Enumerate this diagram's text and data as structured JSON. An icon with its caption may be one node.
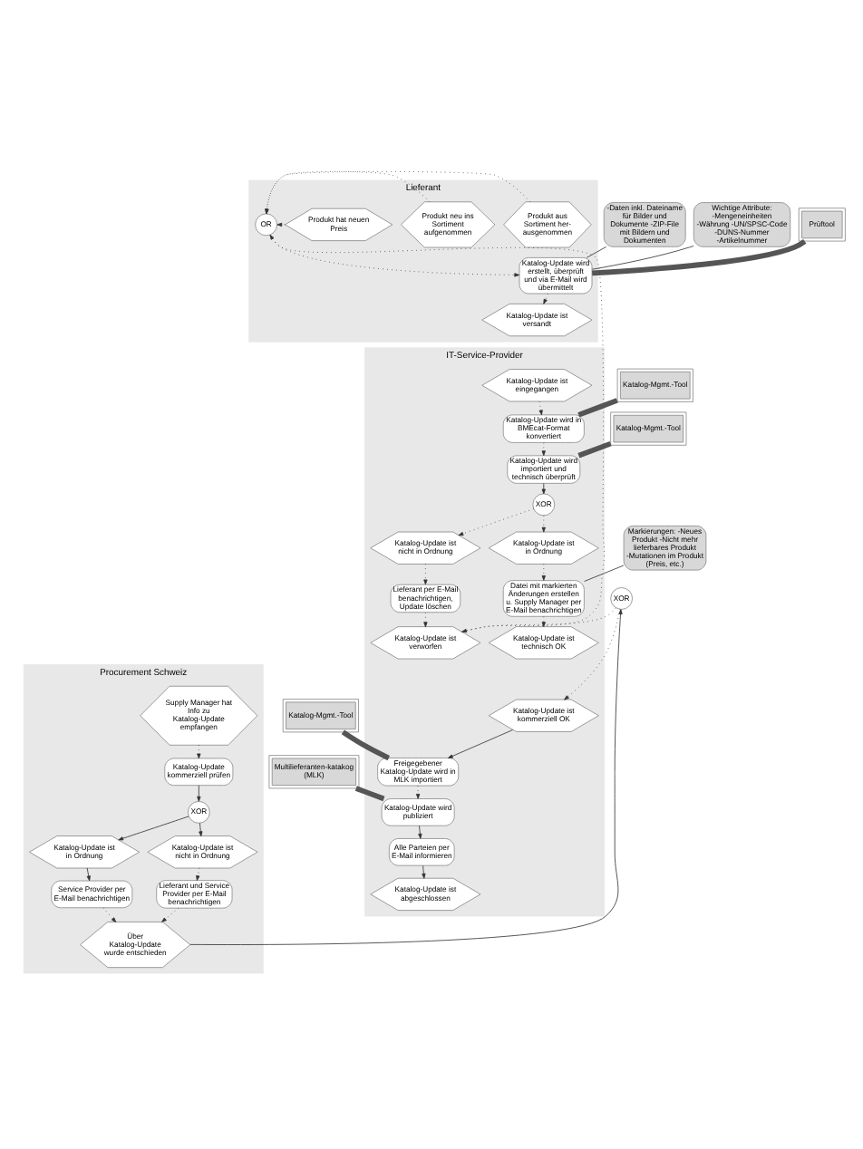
{
  "diagram": {
    "nodes": [
      {
        "text": [
          "Lieferant"
        ]
      },
      {
        "text": [
          "Produkt hat neuen Preis"
        ],
        "in": 0
      },
      {
        "text": [
          "Produkt aus Sortiment her- ausgenommen"
        ],
        "in": 0
      },
      {
        "text": [
          "Produkt neu ins Sortiment aufgenommen"
        ],
        "in": 0
      },
      {
        "text": [
          "OR"
        ],
        "in": 0
      },
      {
        "text": [
          "Wichtige Attribute: -Mengeneinheiten -Währung -UN/SPSC-Code -DUNS-Nummer -Artikelnummer"
        ]
      },
      {
        "text": [
          "Katalog-Update wird erstellt, überprüft und via E-Mail wird übermittelt"
        ],
        "in": 0
      },
      {
        "text": [
          "Prüftool"
        ]
      },
      {
        "text": [
          "-Daten inkl. Dateiname für Bilder und Dokumente -ZIP-File mit Bildern und Dokumenten"
        ]
      },
      {
        "text": [
          "Katalog-Update ist versandt"
        ],
        "in": 0
      },
      {
        "text": [
          "IT-Service-Provider"
        ]
      },
      {
        "text": [
          "Katalog-Update ist eingegangen"
        ],
        "in": 10
      },
      {
        "text": [
          "Katalog-Mgmt.-Tool"
        ]
      },
      {
        "text": [
          "Katalog-Update wird in BMEcat-Format konvertiert"
        ],
        "in": 10
      },
      {
        "text": [
          "Katalog-Mgmt.-Tool"
        ]
      },
      {
        "text": [
          "Katalog-Update wird importiert und technisch überprüft"
        ],
        "in": 10
      },
      {
        "text": [
          "Katalog-Update ist in Ordnung"
        ],
        "in": 10
      },
      {
        "text": [
          "XOR"
        ],
        "in": 10
      },
      {
        "text": [
          "Katalog-Update ist nicht in Ordnung"
        ],
        "in": 10
      },
      {
        "text": [
          "Markierungen: -Neues Produkt -Nicht mehr lieferbares Produkt -Mutationen im Produkt (Preis, etc.)"
        ]
      },
      {
        "text": [
          "Datei mit markierten Änderungen erstellen u. Supply Manager per E-Mail benachrichtigen"
        ],
        "in": 10
      },
      {
        "text": [
          "Lieferant per E-Mail benachrichtigen, Update löschen"
        ],
        "in": 10
      },
      {
        "text": [
          "Katalog-Update ist technisch OK"
        ],
        "in": 10
      },
      {
        "text": [
          "Katalog-Update ist verworfen"
        ],
        "in": 10
      },
      {
        "text": [
          "Katalog-Update ist kommerziell OK"
        ],
        "in": 10
      },
      {
        "text": [
          "XOR"
        ]
      },
      {
        "text": [
          "Procurement Schweiz"
        ]
      },
      {
        "text": [
          "Supply Manager hat Info zu Katalog-Update empfangen"
        ],
        "in": 26
      },
      {
        "text": [
          "Katalog-Mgmt.-Tool"
        ]
      },
      {
        "text": [
          "Freigegebener Katalog-Update wird in MLK importiert"
        ],
        "in": 10
      },
      {
        "text": [
          "Katalog-Update kommerziell prüfen"
        ],
        "in": 26
      },
      {
        "text": [
          "Multilieferanten-katakog (MLK)"
        ]
      },
      {
        "text": [
          "Katalog-Update wird publiziert"
        ],
        "in": 10
      },
      {
        "text": [
          "Katalog-Update ist in Ordnung"
        ],
        "in": 26
      },
      {
        "text": [
          "XOR"
        ],
        "in": 26
      },
      {
        "text": [
          "Katalog-Update ist nicht in Ordnung"
        ],
        "in": 26
      },
      {
        "text": [
          "Alle Parteien per E-Mail informieren"
        ],
        "in": 10
      },
      {
        "text": [
          "Service Provider per E-Mail benachrichtigen"
        ],
        "in": 26
      },
      {
        "text": [
          "Lieferant und Service Provider per E-Mail benachrichtigen"
        ],
        "in": 26
      },
      {
        "text": [
          "Katalog-Update ist abgeschlossen"
        ],
        "in": 10
      },
      {
        "text": [
          "Über Katalog-Update wurde entschieden"
        ],
        "in": 26
      }
    ],
    "edges": [
      {
        "from": 1,
        "to": 4,
        "arrow": "to",
        "style": "dashed"
      },
      {
        "from": 2,
        "to": 4,
        "arrow": "to",
        "style": "dashed"
      },
      {
        "from": 3,
        "to": 4,
        "arrow": "to",
        "style": "dashed"
      },
      {
        "from": 23,
        "to": 4,
        "arrow": "to",
        "style": "dashed"
      },
      {
        "from": 4,
        "to": 6,
        "arrow": "to",
        "style": "dashed"
      },
      {
        "from": 5,
        "to": 6,
        "arrow": "none"
      },
      {
        "from": 7,
        "to": 6,
        "arrow": "none",
        "style": "thick"
      },
      {
        "from": 8,
        "to": 6,
        "arrow": "none"
      },
      {
        "from": 6,
        "to": 9,
        "arrow": "to",
        "style": "dashed"
      },
      {
        "from": 11,
        "to": 13,
        "arrow": "to",
        "style": "dashed"
      },
      {
        "from": 12,
        "to": 13,
        "arrow": "none",
        "style": "thick"
      },
      {
        "from": 13,
        "to": 15,
        "arrow": "to",
        "style": "dashed"
      },
      {
        "from": 14,
        "to": 15,
        "arrow": "none",
        "style": "thick"
      },
      {
        "from": 15,
        "to": 17,
        "arrow": "to"
      },
      {
        "from": 17,
        "to": 16,
        "arrow": "to",
        "style": "dashed"
      },
      {
        "from": 17,
        "to": 18,
        "arrow": "to",
        "style": "dashed"
      },
      {
        "from": 19,
        "to": 20,
        "arrow": "none"
      },
      {
        "from": 16,
        "to": 20,
        "arrow": "to",
        "style": "dashed"
      },
      {
        "from": 18,
        "to": 21,
        "arrow": "to",
        "style": "dashed"
      },
      {
        "from": 20,
        "to": 22,
        "arrow": "to",
        "style": "dashed"
      },
      {
        "from": 21,
        "to": 23,
        "arrow": "to",
        "style": "dashed"
      },
      {
        "from": 25,
        "to": 23,
        "arrow": "to",
        "style": "dashed"
      },
      {
        "from": 25,
        "to": 24,
        "arrow": "to",
        "style": "dashed"
      },
      {
        "from": 40,
        "to": 25,
        "arrow": "to"
      },
      {
        "from": 24,
        "to": 29,
        "arrow": "to"
      },
      {
        "from": 28,
        "to": 29,
        "arrow": "none",
        "style": "thick"
      },
      {
        "from": 29,
        "to": 32,
        "arrow": "to",
        "style": "dashed"
      },
      {
        "from": 31,
        "to": 32,
        "arrow": "none",
        "style": "thick"
      },
      {
        "from": 32,
        "to": 36,
        "arrow": "to"
      },
      {
        "from": 36,
        "to": 39,
        "arrow": "to"
      },
      {
        "from": 27,
        "to": 30,
        "arrow": "to",
        "style": "dashed"
      },
      {
        "from": 30,
        "to": 34,
        "arrow": "to"
      },
      {
        "from": 34,
        "to": 33,
        "arrow": "to"
      },
      {
        "from": 34,
        "to": 35,
        "arrow": "to"
      },
      {
        "from": 33,
        "to": 37,
        "arrow": "to"
      },
      {
        "from": 35,
        "to": 38,
        "arrow": "to",
        "style": "dashed"
      },
      {
        "from": 37,
        "to": 40,
        "arrow": "to",
        "style": "dashed"
      },
      {
        "from": 38,
        "to": 40,
        "arrow": "to",
        "style": "dashed"
      }
    ]
  }
}
